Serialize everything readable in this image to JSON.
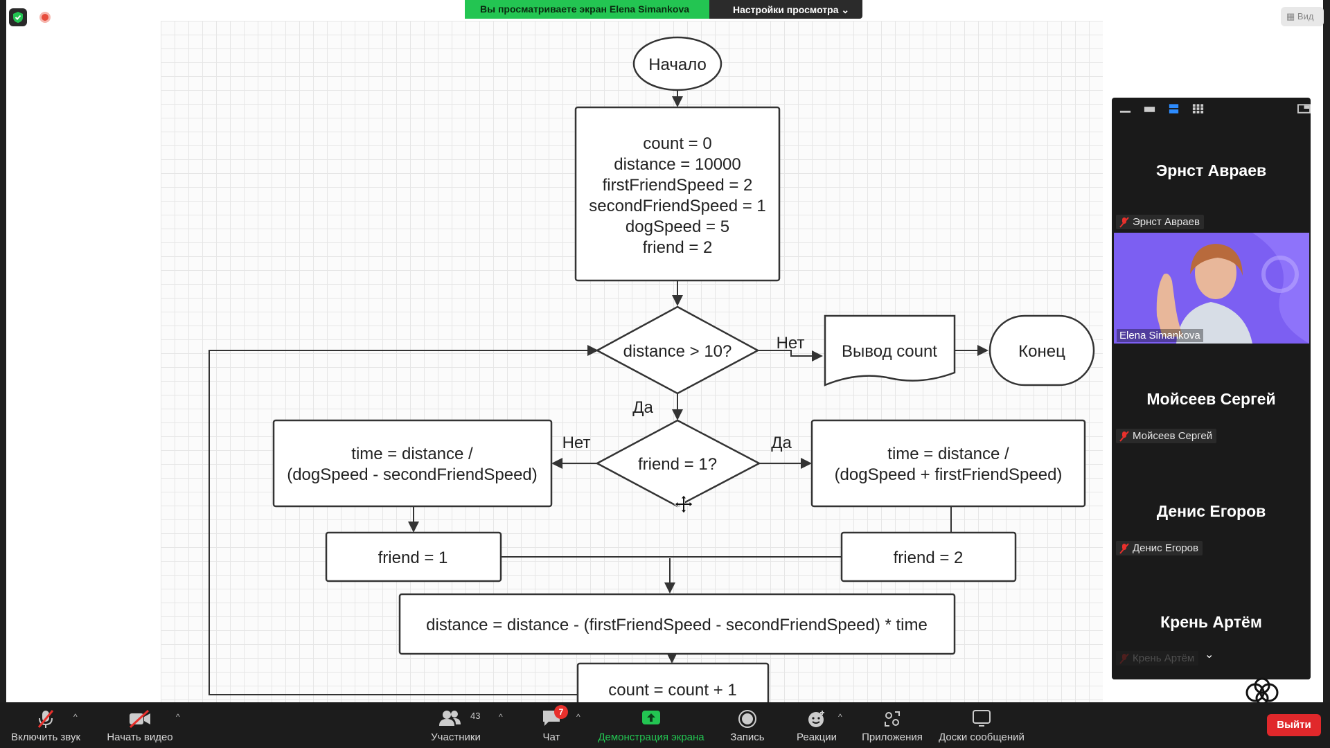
{
  "banner": {
    "viewing": "Вы просматриваете экран Elena Simankova",
    "settings": "Настройки просмотра"
  },
  "view_button": "Вид",
  "flowchart": {
    "start": "Начало",
    "init": [
      "count = 0",
      "distance = 10000",
      "firstFriendSpeed = 2",
      "secondFriendSpeed = 1",
      "dogSpeed = 5",
      "friend = 2"
    ],
    "cond1": "distance > 10?",
    "no1": "Нет",
    "output": "Вывод count",
    "end": "Конец",
    "yes1": "Да",
    "cond2": "friend = 1?",
    "no2": "Нет",
    "yes2": "Да",
    "left_calc": [
      "time = distance /",
      "(dogSpeed - secondFriendSpeed)"
    ],
    "right_calc": [
      "time = distance /",
      "(dogSpeed + firstFriendSpeed)"
    ],
    "left_assign": "friend = 1",
    "right_assign": "friend = 2",
    "distance_update": "distance = distance - (firstFriendSpeed - secondFriendSpeed) * time",
    "count_update": "count = count + 1"
  },
  "participants": [
    {
      "name": "Эрнст Авраев",
      "label": "Эрнст Авраев"
    },
    {
      "name": "Elena Simankova",
      "video": true
    },
    {
      "name": "Мойсеев Сергей",
      "label": "Мойсеев Сергей"
    },
    {
      "name": "Денис Егоров",
      "label": "Денис Егоров"
    },
    {
      "name": "Крень Артём",
      "label": "Крень Артём"
    }
  ],
  "toolbar": {
    "audio": "Включить звук",
    "video": "Начать видео",
    "participants": "Участники",
    "participants_count": "43",
    "chat": "Чат",
    "chat_badge": "7",
    "share": "Демонстрация экрана",
    "record": "Запись",
    "reactions": "Реакции",
    "apps": "Приложения",
    "boards": "Доски сообщений",
    "leave": "Выйти"
  },
  "colors": {
    "accent_green": "#23c552",
    "leave_red": "#e0282b",
    "mute_red": "#e8302c"
  }
}
